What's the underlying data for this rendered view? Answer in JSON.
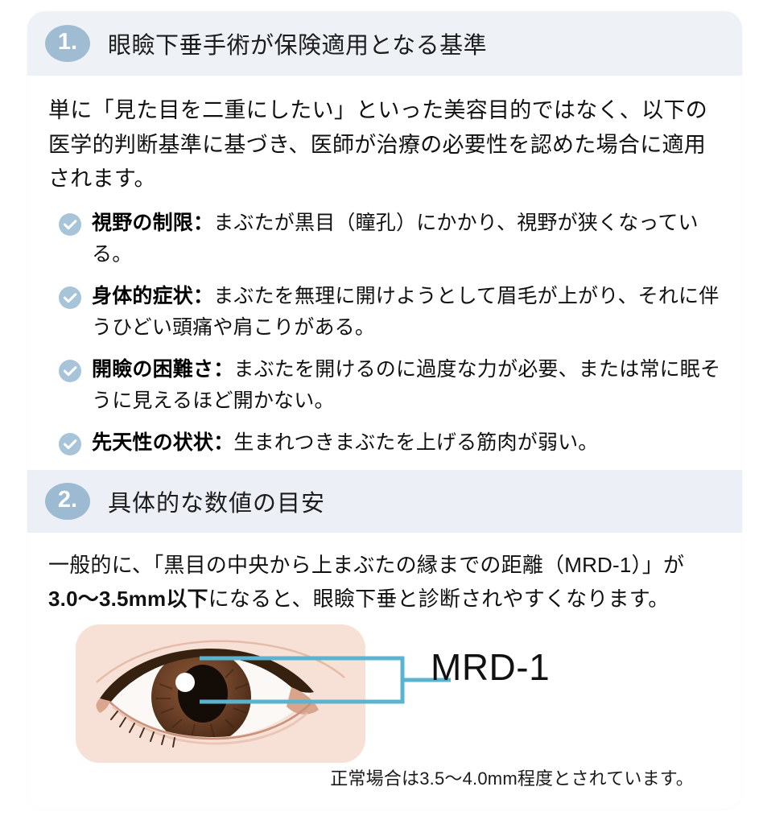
{
  "card": {
    "sections": [
      {
        "number": "1.",
        "title": "眼瞼下垂手術が保険適用となる基準",
        "lead": "単に「見た目を二重にしたい」といった美容目的ではなく、以下の医学的判断基準に基づき、医師が治療の必要性を認めた場合に適用されます。",
        "checklist": [
          {
            "icon": "check-circle-icon",
            "term": "視野の制限：",
            "desc": "まぶたが黒目（瞳孔）にかかり、視野が狭くなっている。"
          },
          {
            "icon": "check-circle-icon",
            "term": "身体的症状：",
            "desc": "まぶたを無理に開けようとして眉毛が上がり、それに伴うひどい頭痛や肩こりがある。"
          },
          {
            "icon": "check-circle-icon",
            "term": "開瞼の困難さ：",
            "desc": "まぶたを開けるのに過度な力が必要、または常に眠そうに見えるほど開かない。"
          },
          {
            "icon": "check-circle-icon",
            "term": "先天性の状状：",
            "desc": "生まれつきまぶたを上げる筋肉が弱い。"
          }
        ]
      },
      {
        "number": "2.",
        "title": "具体的な数値の目安",
        "lead_before": "一般的に、「黒目の中央から上まぶたの縁までの距離（MRD-1）」が",
        "lead_bold": "3.0〜3.5mm以下",
        "lead_after": "になると、眼瞼下垂と診断されやすくなります。",
        "figure": {
          "illustration": "eye-diagram",
          "callout_label": "MRD-1",
          "caption": "正常場合は3.5〜4.0mm程度とされています。"
        }
      }
    ]
  },
  "colors": {
    "badge": "#a0bcd2",
    "header_band": "#eef1f6",
    "callout": "#5ab4cf",
    "check_icon": "#a8c4d8",
    "text": "#111111",
    "card_bg": "#ffffff",
    "skin": "#f6e0d6",
    "iris": "#6b4228",
    "lid_line": "#3b2318"
  }
}
